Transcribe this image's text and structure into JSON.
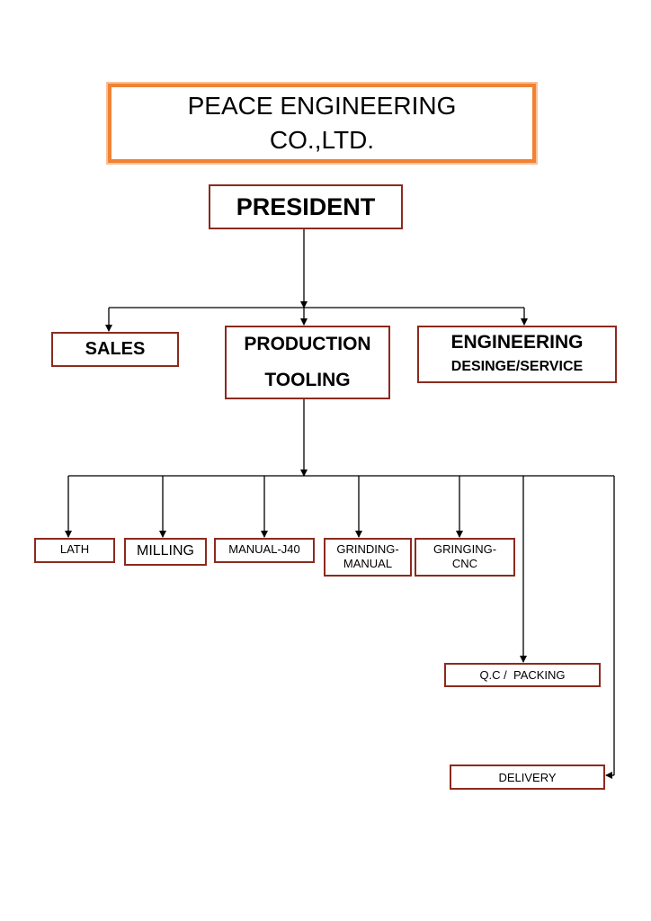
{
  "company": {
    "line1": "PEACE ENGINEERING",
    "line2": "CO.,LTD."
  },
  "president": "PRESIDENT",
  "level2": {
    "sales": "SALES",
    "production": {
      "line1": "PRODUCTION",
      "line2": "TOOLING"
    },
    "engineering": {
      "line1": "ENGINEERING",
      "line2": "DESINGE/SERVICE"
    }
  },
  "production_units": {
    "lath": "LATH",
    "milling": "MILLING",
    "manual_j40": "MANUAL-J40",
    "grinding_manual": {
      "line1": "GRINDING-",
      "line2": "MANUAL"
    },
    "gringing_cnc": {
      "line1": "GRINGING-",
      "line2": "CNC"
    },
    "qc_packing": "Q.C /  PACKING",
    "delivery": "DELIVERY"
  },
  "colors": {
    "box_border": "#8b2a1e",
    "title_border": "#f08232",
    "connector": "#000000"
  }
}
